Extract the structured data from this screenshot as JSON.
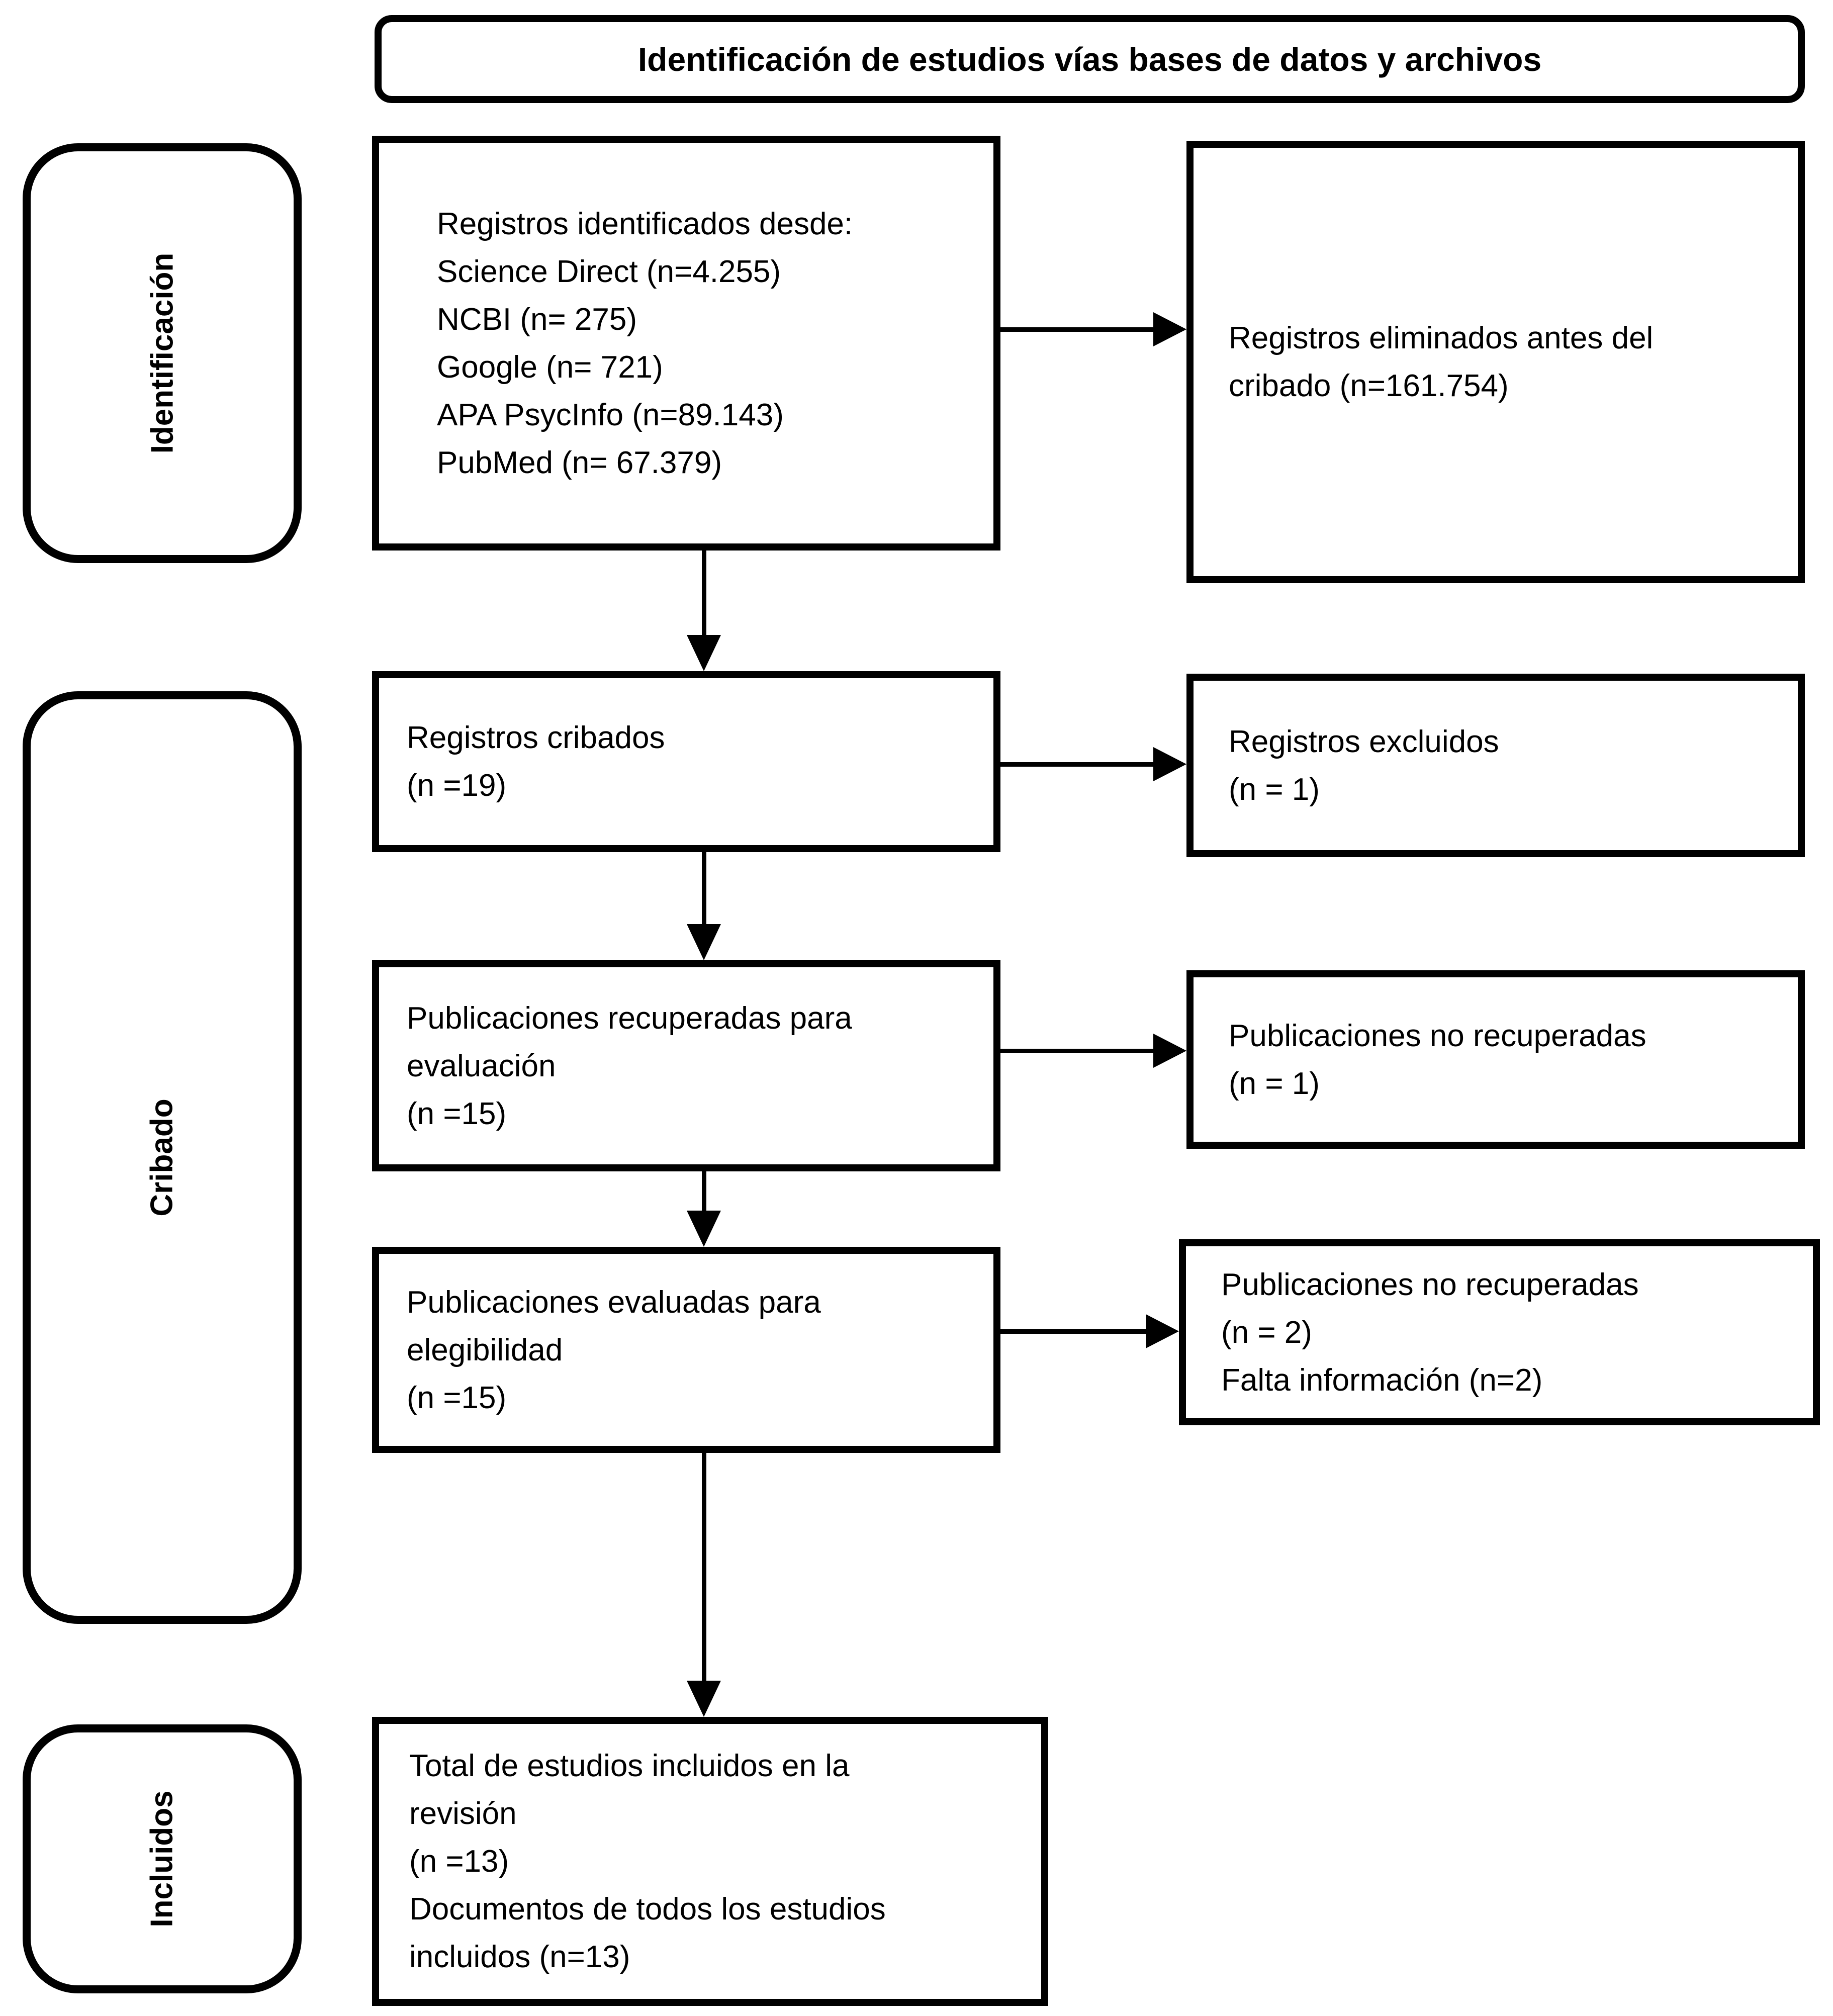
{
  "title": "Identificación de estudios vías bases de datos y archivos",
  "stages": {
    "identificacion": "Identificación",
    "cribado": "Cribado",
    "incluidos": "Incluidos"
  },
  "boxes": {
    "identified": {
      "lines": [
        "Registros identificados desde:",
        "Science Direct (n=4.255)",
        "NCBI (n= 275)",
        "Google (n= 721)",
        "APA PsycInfo (n=89.143)",
        "PubMed (n= 67.379)"
      ]
    },
    "removed": {
      "lines": [
        "Registros eliminados antes del",
        "cribado (n=161.754)"
      ]
    },
    "screened": {
      "lines": [
        "Registros cribados",
        "(n =19)"
      ]
    },
    "excluded": {
      "lines": [
        "Registros excluidos",
        "(n = 1)"
      ]
    },
    "retrieved": {
      "lines": [
        "Publicaciones recuperadas para",
        "evaluación",
        "(n =15)"
      ]
    },
    "not_retrieved": {
      "lines": [
        "Publicaciones no recuperadas",
        "(n = 1)"
      ]
    },
    "assessed": {
      "lines": [
        "Publicaciones evaluadas para",
        "elegibilidad",
        "(n =15)"
      ]
    },
    "excluded2": {
      "lines": [
        "Publicaciones no recuperadas",
        "(n = 2)",
        "Falta información (n=2)"
      ]
    },
    "included": {
      "lines": [
        "Total de estudios incluidos en la",
        "revisión",
        "(n =13)",
        "Documentos de todos los estudios",
        "incluidos (n=13)"
      ]
    }
  },
  "colors": {
    "border": "#000000",
    "background": "#ffffff",
    "text": "#000000"
  }
}
